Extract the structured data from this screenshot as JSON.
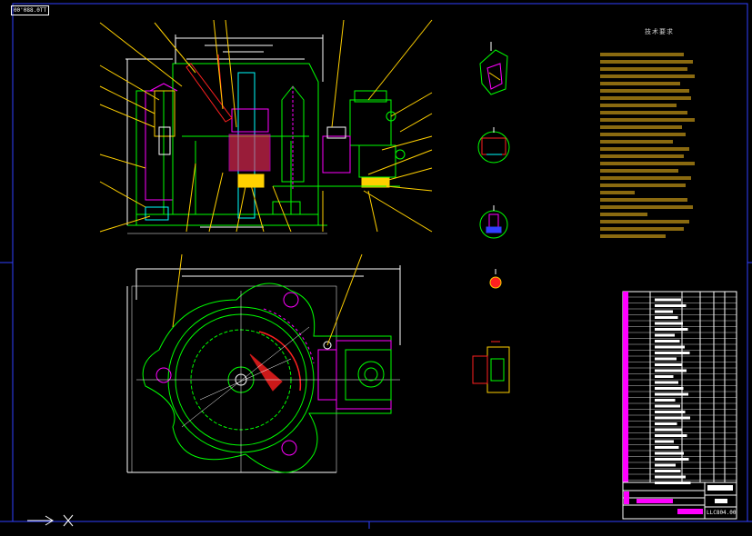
{
  "window": {
    "stamp": "00'088.0TT"
  },
  "notes": {
    "title": "技术要求"
  },
  "title_block": {
    "drawing_number": "LLC804.00"
  },
  "colors": {
    "background": "#000000",
    "frame": "#3040ff",
    "outline_green": "#00ff00",
    "dimension_white": "#ffffff",
    "leader_yellow": "#ffd000",
    "accent_magenta": "#ff00ff",
    "accent_red": "#ff2020",
    "accent_cyan": "#00ffff",
    "notes_text": "#8a6a10"
  },
  "icons": {
    "arrow": "right-arrow-icon",
    "cross": "close-x-icon"
  }
}
